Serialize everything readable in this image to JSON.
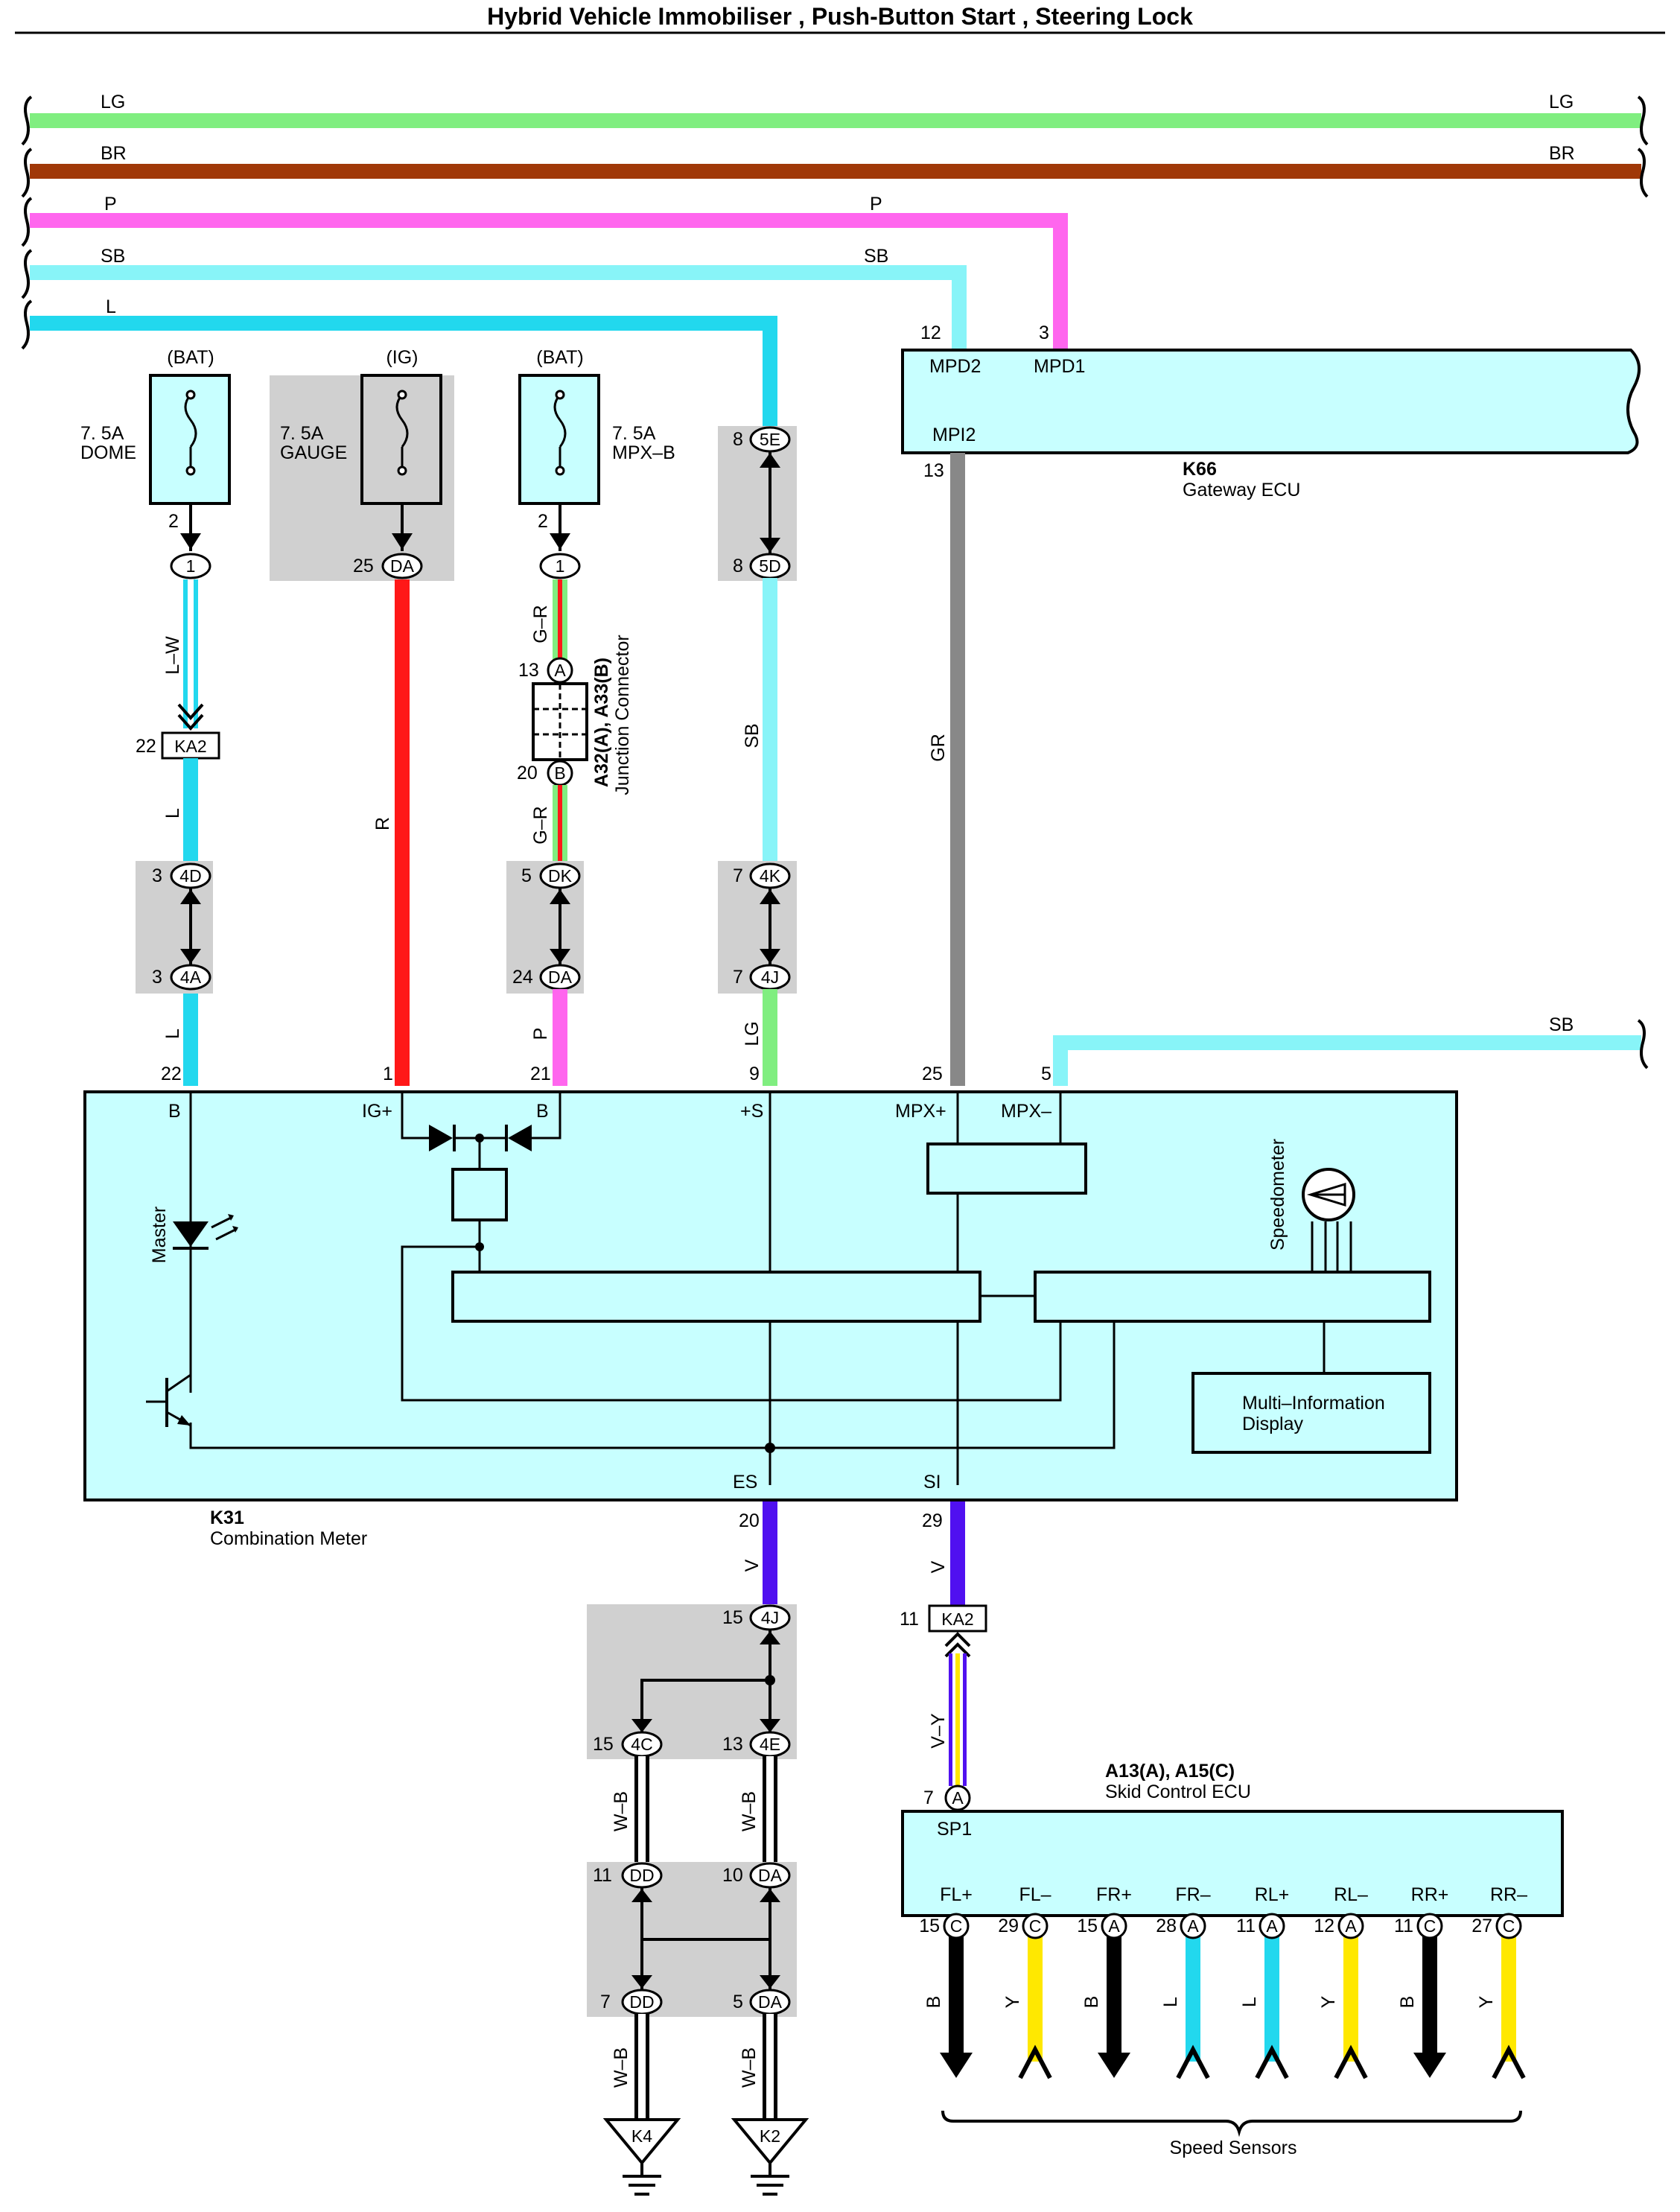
{
  "title": "Hybrid Vehicle Immobiliser , Push-Button Start , Steering Lock",
  "colors": {
    "LG": "#80ee80",
    "BR": "#a03808",
    "P": "#ff66ee",
    "SB": "#88f4f8",
    "L": "#22d8ee",
    "R": "#ff1818",
    "GR": "#888888",
    "V": "#5010f0",
    "Y": "#ffe800",
    "B": "#000000",
    "box": "#c8ffff",
    "shade": "#d0d0d0"
  },
  "buses": {
    "lg": "LG",
    "br": "BR",
    "p": "P",
    "sb": "SB",
    "l": "L"
  },
  "fuses": {
    "dome": {
      "supply": "(BAT)",
      "rating": "7. 5A",
      "name": "DOME",
      "pin": "2",
      "conn": "1"
    },
    "gauge": {
      "supply": "(IG)",
      "rating": "7. 5A",
      "name": "GAUGE",
      "pin": "25",
      "conn": "DA"
    },
    "mpxb": {
      "supply": "(BAT)",
      "rating": "7. 5A",
      "name": "MPX–B",
      "pin": "2",
      "conn": "1"
    }
  },
  "gateway": {
    "id": "K66",
    "name": "Gateway ECU",
    "pins": {
      "mpd2": "MPD2",
      "mpd1": "MPD1",
      "mpi2": "MPI2",
      "mpd2_no": "12",
      "mpd1_no": "3",
      "mpi2_no": "13"
    }
  },
  "junction": {
    "id": "A32(A), A33(B)",
    "name": "Junction Connector",
    "pa_no": "13",
    "pa": "A",
    "pb_no": "20",
    "pb": "B"
  },
  "wires": {
    "l_w": "L–W",
    "l": "L",
    "r": "R",
    "g_r": "G–R",
    "sb": "SB",
    "gr": "GR",
    "p": "P",
    "lg": "LG",
    "v": "V",
    "v_y": "V–Y",
    "w_b": "W–B",
    "b": "B",
    "y": "Y"
  },
  "connectors": {
    "ka2_top": {
      "no": "22",
      "id": "KA2"
    },
    "c4d": {
      "no": "3",
      "id": "4D"
    },
    "c4a": {
      "no": "3",
      "id": "4A"
    },
    "cdk": {
      "no": "5",
      "id": "DK"
    },
    "cda": {
      "no": "24",
      "id": "DA"
    },
    "c5e": {
      "no": "8",
      "id": "5E"
    },
    "c5d": {
      "no": "8",
      "id": "5D"
    },
    "c4k": {
      "no": "7",
      "id": "4K"
    },
    "c4j": {
      "no": "7",
      "id": "4J"
    },
    "c4j_b": {
      "no": "15",
      "id": "4J"
    },
    "c4c": {
      "no": "15",
      "id": "4C"
    },
    "c4e": {
      "no": "13",
      "id": "4E"
    },
    "cdd1": {
      "no": "11",
      "id": "DD"
    },
    "cda1": {
      "no": "10",
      "id": "DA"
    },
    "cdd2": {
      "no": "7",
      "id": "DD"
    },
    "cda2": {
      "no": "5",
      "id": "DA"
    },
    "ka2_bot": {
      "no": "11",
      "id": "KA2"
    }
  },
  "meter": {
    "id": "K31",
    "name": "Combination Meter",
    "pins": {
      "b": "B",
      "b_no": "22",
      "igp": "IG+",
      "igp_no": "1",
      "b2": "B",
      "b2_no": "21",
      "s": "+S",
      "s_no": "9",
      "mpxp": "MPX+",
      "mpxp_no": "25",
      "mpxm": "MPX–",
      "mpxm_no": "5",
      "es": "ES",
      "es_no": "20",
      "si": "SI",
      "si_no": "29"
    },
    "master": "Master",
    "speedometer": "Speedometer",
    "mid1": "Multi–Information",
    "mid2": "Display"
  },
  "grounds": {
    "k4": "K4",
    "k2": "K2"
  },
  "skid": {
    "id": "A13(A), A15(C)",
    "name": "Skid Control ECU",
    "sp1": "SP1",
    "sp1_no": "7",
    "sp1_conn": "A",
    "pins": [
      {
        "name": "FL+",
        "no": "15",
        "conn": "C",
        "wire": "B",
        "color": "#000000"
      },
      {
        "name": "FL–",
        "no": "29",
        "conn": "C",
        "wire": "Y",
        "color": "#ffe800"
      },
      {
        "name": "FR+",
        "no": "15",
        "conn": "A",
        "wire": "B",
        "color": "#000000"
      },
      {
        "name": "FR–",
        "no": "28",
        "conn": "A",
        "wire": "L",
        "color": "#22d8ee"
      },
      {
        "name": "RL+",
        "no": "11",
        "conn": "A",
        "wire": "L",
        "color": "#22d8ee"
      },
      {
        "name": "RL–",
        "no": "12",
        "conn": "A",
        "wire": "Y",
        "color": "#ffe800"
      },
      {
        "name": "RR+",
        "no": "11",
        "conn": "C",
        "wire": "B",
        "color": "#000000"
      },
      {
        "name": "RR–",
        "no": "27",
        "conn": "C",
        "wire": "Y",
        "color": "#ffe800"
      }
    ],
    "sensors": "Speed Sensors"
  }
}
